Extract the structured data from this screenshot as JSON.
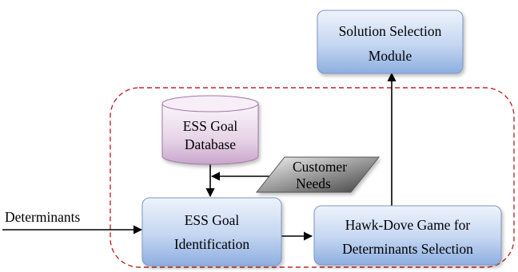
{
  "colors": {
    "box_light": "#eef3fb",
    "box_dark": "#8daee0",
    "box_stroke": "#7d99c2",
    "db_light": "#fbf5fb",
    "db_dark": "#c9a6cb",
    "db_stroke": "#9f7aa2",
    "parallelogram_light": "#f3f3f3",
    "parallelogram_dark": "#3f3f3f",
    "dashed_boundary": "#c0262b",
    "arrow": "#000000"
  },
  "nodes": {
    "solution_selection": {
      "line1": "Solution Selection",
      "line2": "Module"
    },
    "goal_database": {
      "line1": "ESS Goal",
      "line2": "Database"
    },
    "customer_needs": {
      "line1": "Customer",
      "line2": "Needs"
    },
    "goal_identification": {
      "line1": "ESS Goal",
      "line2": "Identification"
    },
    "hawk_dove": {
      "line1": "Hawk-Dove Game for",
      "line2": "Determinants Selection"
    },
    "determinants_input": {
      "label": "Determinants"
    }
  }
}
